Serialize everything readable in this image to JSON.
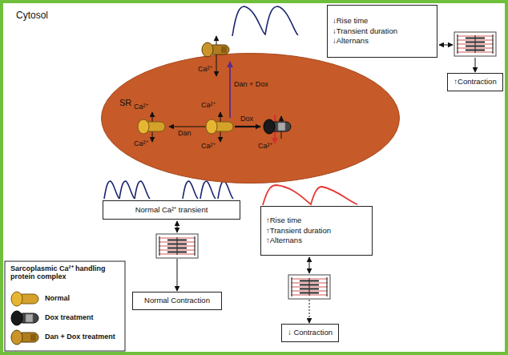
{
  "diagram": {
    "nodes": [
      {
        "text": [
          "↓Rise time",
          "↓Transient duration",
          "↓Alternans"
        ]
      },
      {
        "text": [
          "↑Contraction"
        ]
      },
      {
        "text": [
          "SR"
        ]
      },
      {
        "text": [
          "Normal Ca²⁺ transient"
        ]
      },
      {
        "text": [
          "↑Rise time",
          "↑Transient duration",
          "↑Alternans"
        ]
      },
      {
        "text": [
          "Normal Contraction"
        ]
      },
      {
        "text": [
          "↓ Contraction"
        ]
      }
    ],
    "labels": [
      "Cytosol",
      "Ca²⁺",
      "Ca²⁺",
      "Ca²⁺",
      "Ca²⁺",
      "Ca²⁺",
      "Ca²⁺",
      "Dan + Dox",
      "Dan",
      "Dox",
      "Sarcoplasmic Ca²⁺ handling protein complex"
    ],
    "legend": [
      {
        "text": "Normal"
      },
      {
        "text": "Dox treatment"
      },
      {
        "text": "Dan + Dox treatment"
      }
    ]
  }
}
